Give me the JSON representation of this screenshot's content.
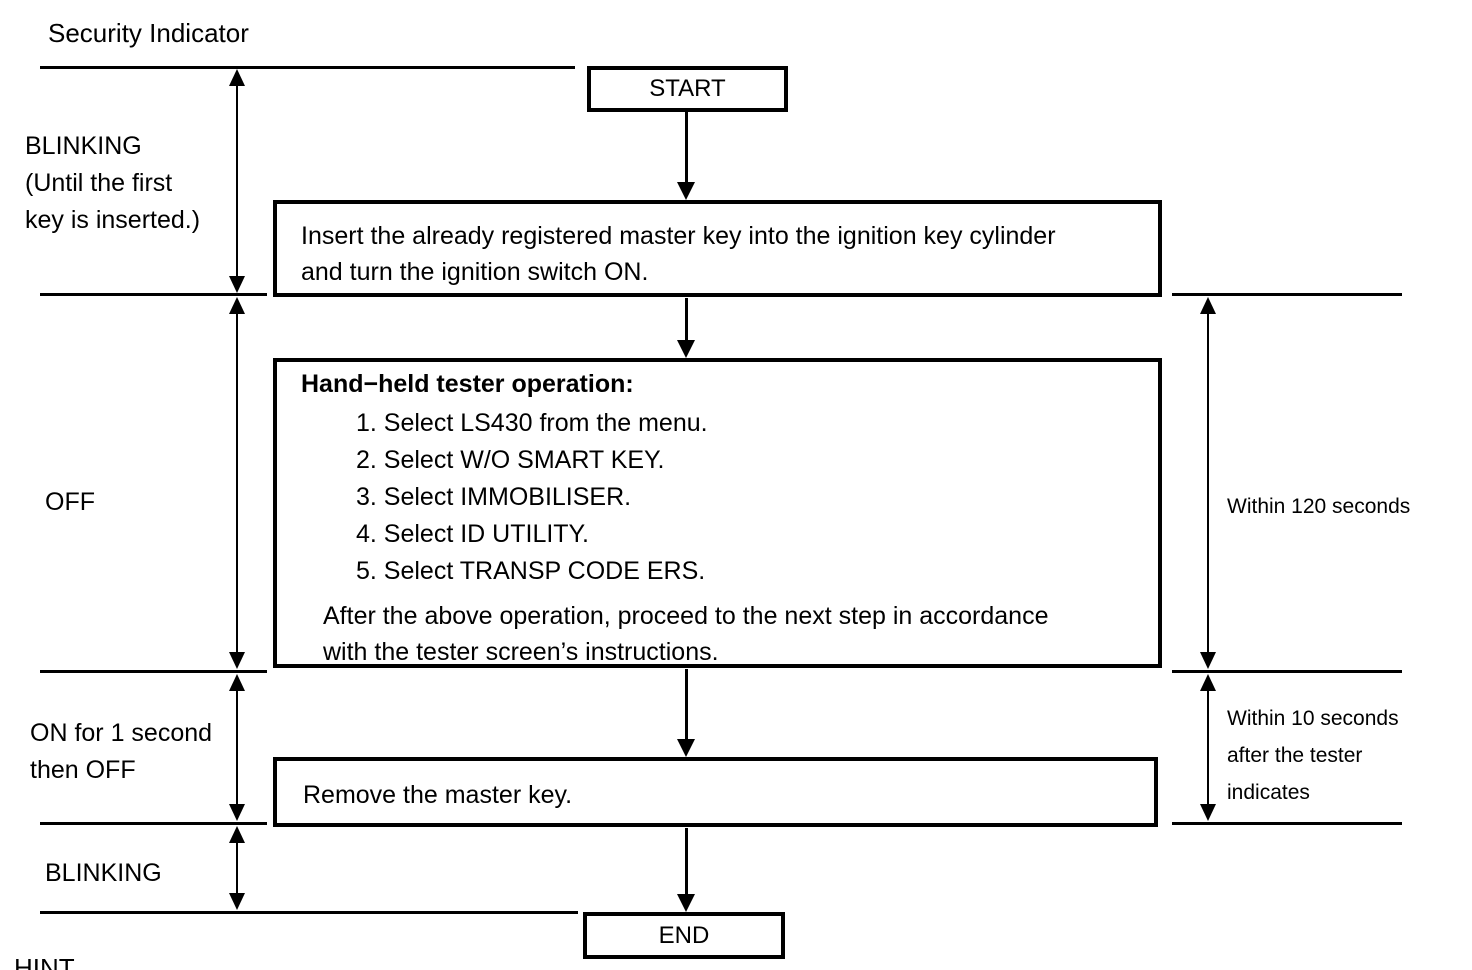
{
  "colors": {
    "ink": "#000000",
    "background": "#ffffff"
  },
  "diagram": {
    "title": "Security Indicator",
    "hint": "HINT",
    "nodes": {
      "start": "START",
      "insert_key": {
        "line1": "Insert the already registered master key into the ignition key cylinder",
        "line2": "and turn the ignition switch ON."
      },
      "tester": {
        "heading": "Hand−held tester operation:",
        "steps": [
          "1. Select LS430 from the menu.",
          "2. Select W/O SMART KEY.",
          "3. Select IMMOBILISER.",
          "4. Select ID UTILITY.",
          "5. Select TRANSP CODE ERS."
        ],
        "footer_line1": "After the above operation, proceed to the next step in accordance",
        "footer_line2": "with the tester screen’s instructions."
      },
      "remove_key": "Remove the master key.",
      "end": "END"
    },
    "left_labels": {
      "blinking_first": {
        "line1": "BLINKING",
        "line2": "(Until the first",
        "line3": "key is inserted.)"
      },
      "off": "OFF",
      "on_one_second": {
        "line1": "ON for 1 second",
        "line2": "then OFF"
      },
      "blinking": "BLINKING"
    },
    "right_labels": {
      "within_120": "Within 120 seconds",
      "within_10": {
        "line1": "Within 10 seconds",
        "line2": "after the tester",
        "line3": "indicates"
      }
    }
  }
}
